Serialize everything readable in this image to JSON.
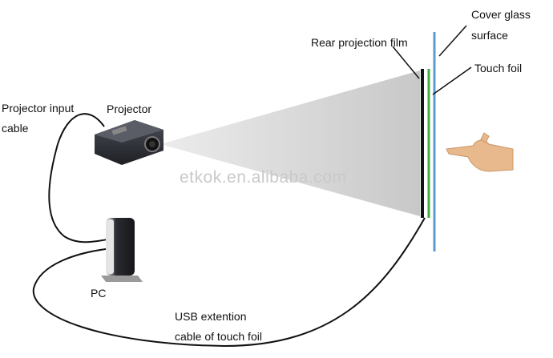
{
  "labels": {
    "cover_glass_line1": "Cover glass",
    "cover_glass_line2": "surface",
    "rear_projection_film": "Rear projection film",
    "touch_foil": "Touch foil",
    "projector_input_line1": "Projector input",
    "projector_input_line2": "cable",
    "projector": "Projector",
    "pc": "PC",
    "usb_line1": "USB extention",
    "usb_line2": "cable of touch foil"
  },
  "watermark": "etkok.en.alibaba.com",
  "colors": {
    "cover_glass": "#5b9bd5",
    "touch_foil": "#3fae3f",
    "film": "#111111",
    "beam": "#d9d9d9",
    "cable": "#111111",
    "device_dark": "#2b2d33",
    "skin": "#e8b98c"
  },
  "icons": {
    "projector": "projector-device",
    "pc": "thin-client-pc",
    "hand": "pointing-hand"
  }
}
